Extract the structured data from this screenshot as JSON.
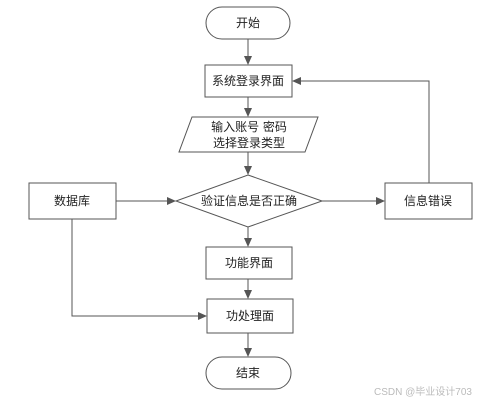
{
  "nodes": {
    "start": "开始",
    "login_page": "系统登录界面",
    "input_line1": "输入账号 密码",
    "input_line2": "选择登录类型",
    "verify": "验证信息是否正确",
    "database": "数据库",
    "error_info": "信息错误",
    "function_page": "功能界面",
    "processing_page": "功处理面",
    "end": "结束"
  },
  "watermark": "CSDN @毕业设计703",
  "colors": {
    "stroke": "#555555",
    "fill": "#ffffff",
    "text": "#222222",
    "watermark": "#bbbbbb"
  }
}
